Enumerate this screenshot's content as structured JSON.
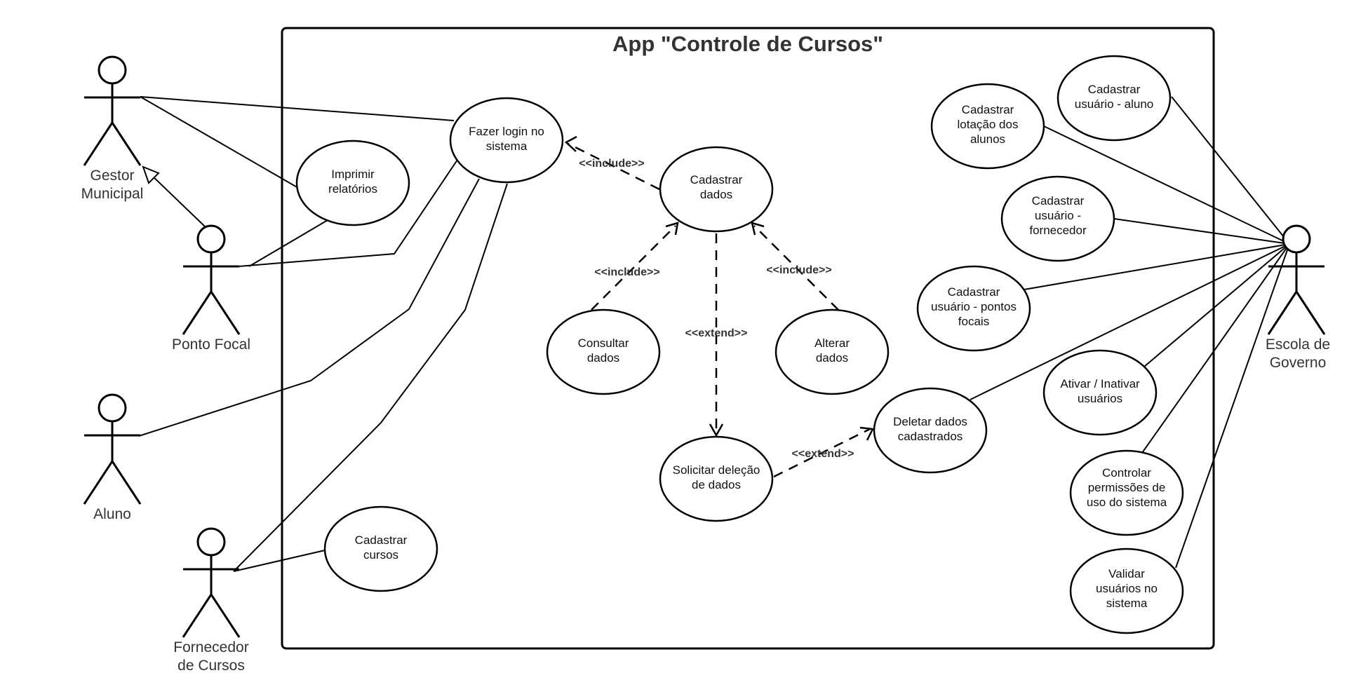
{
  "system": {
    "title": "App \"Controle de Cursos\""
  },
  "actors": {
    "gestor": [
      "Gestor",
      "Municipal"
    ],
    "ponto_focal": [
      "Ponto Focal"
    ],
    "aluno": [
      "Aluno"
    ],
    "fornecedor": [
      "Fornecedor",
      "de Cursos"
    ],
    "escola": [
      "Escola de",
      "Governo"
    ]
  },
  "use_cases": {
    "login": [
      "Fazer login no",
      "sistema"
    ],
    "imprimir": [
      "Imprimir",
      "relatórios"
    ],
    "cadastrar_dados": [
      "Cadastrar",
      "dados"
    ],
    "consultar": [
      "Consultar",
      "dados"
    ],
    "alterar": [
      "Alterar",
      "dados"
    ],
    "solicitar": [
      "Solicitar deleção",
      "de dados"
    ],
    "deletar": [
      "Deletar dados",
      "cadastrados"
    ],
    "cadastrar_cursos": [
      "Cadastrar",
      "cursos"
    ],
    "cad_aluno": [
      "Cadastrar",
      "usuário - aluno"
    ],
    "cad_lotacao": [
      "Cadastrar",
      "lotação dos",
      "alunos"
    ],
    "cad_fornecedor": [
      "Cadastrar",
      "usuário -",
      "fornecedor"
    ],
    "cad_pontos": [
      "Cadastrar",
      "usuário - pontos",
      "focais"
    ],
    "ativar": [
      "Ativar / Inativar",
      "usuários"
    ],
    "controlar": [
      "Controlar",
      "permissões de",
      "uso do sistema"
    ],
    "validar": [
      "Validar",
      "usuários no",
      "sistema"
    ]
  },
  "relations": {
    "include": "<<include>>",
    "extend": "<<extend>>"
  }
}
